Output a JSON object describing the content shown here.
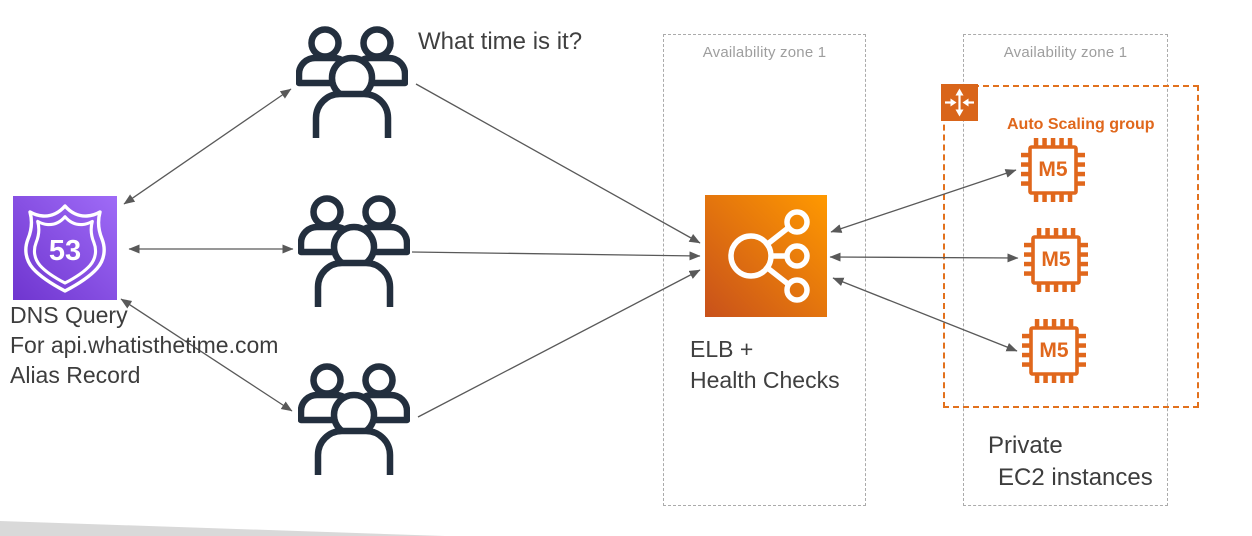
{
  "colors": {
    "route53_purple_dark": "#6f35cf",
    "route53_purple_light": "#9f6bf7",
    "elb_orange_dark": "#c8511b",
    "elb_orange_light": "#ff9900",
    "auto_scaling_orange": "#e0671c",
    "users_navy": "#232f3e",
    "arrow_gray": "#595959",
    "zone_border_gray": "#ababab",
    "zone_label_gray": "#9e9e9e",
    "text_dark": "#404040",
    "wedge_gray": "#d9d9d9"
  },
  "route53": {
    "icon_text": "53",
    "caption": [
      "DNS Query",
      "For api.whatisthetime.com",
      "Alias Record"
    ]
  },
  "users_question": "What time is it?",
  "elb_zone": {
    "label": "Availability zone 1"
  },
  "elb": {
    "caption": [
      "ELB +",
      "Health Checks"
    ]
  },
  "ec2_zone": {
    "label": "Availability zone 1"
  },
  "auto_scaling": {
    "label": "Auto Scaling group"
  },
  "instances": [
    {
      "label": "M5"
    },
    {
      "label": "M5"
    },
    {
      "label": "M5"
    }
  ],
  "private_caption": [
    "Private",
    "EC2 instances"
  ]
}
